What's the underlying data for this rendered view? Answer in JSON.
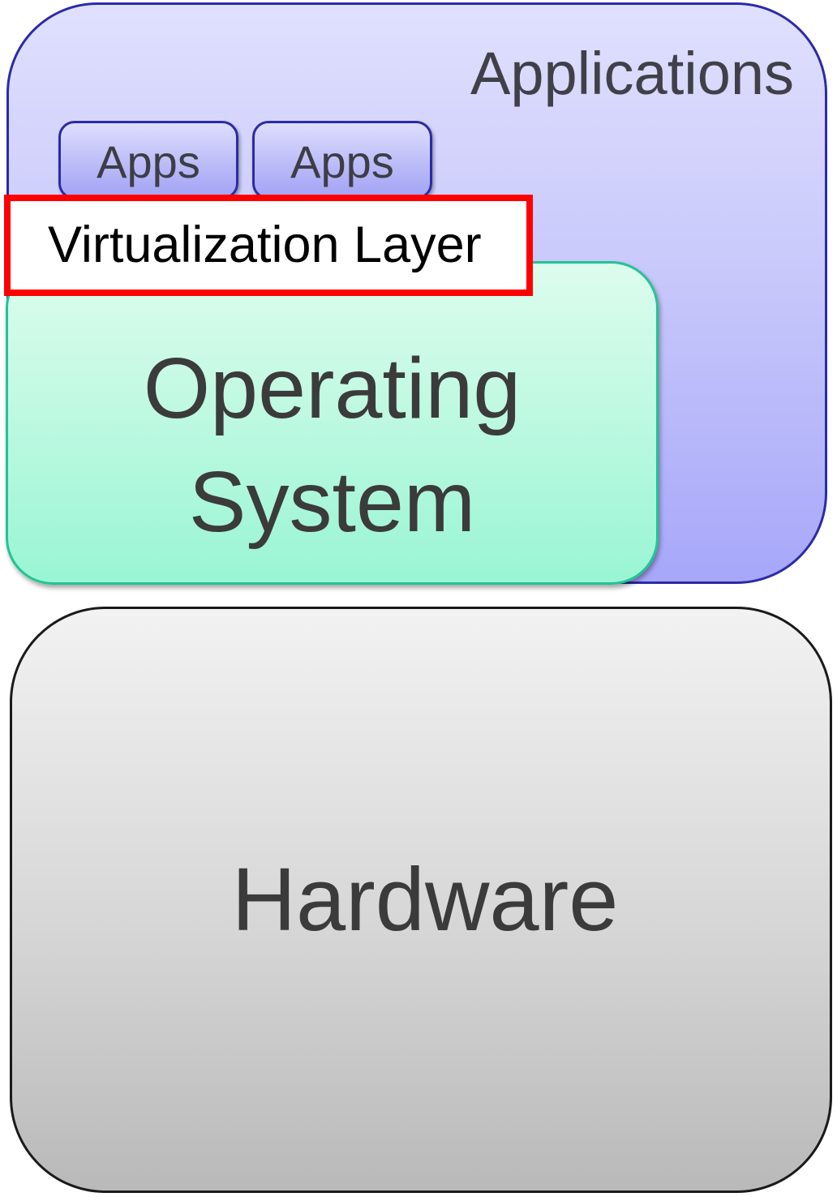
{
  "applications": {
    "label": "Applications",
    "apps": [
      {
        "label": "Apps"
      },
      {
        "label": "Apps"
      }
    ],
    "color_border": "#2b2ba8",
    "color_fill": "#c9c9fb"
  },
  "virtualization_layer": {
    "label": "Virtualization Layer",
    "color_border": "#ff0000",
    "highlighted": true
  },
  "operating_system": {
    "line1": "Operating",
    "line2": "System",
    "color_border": "#22c494",
    "color_fill": "#c0f9e2"
  },
  "hardware": {
    "label": "Hardware",
    "color_border": "#1a1a1a",
    "color_fill": "#d6d6d6"
  }
}
